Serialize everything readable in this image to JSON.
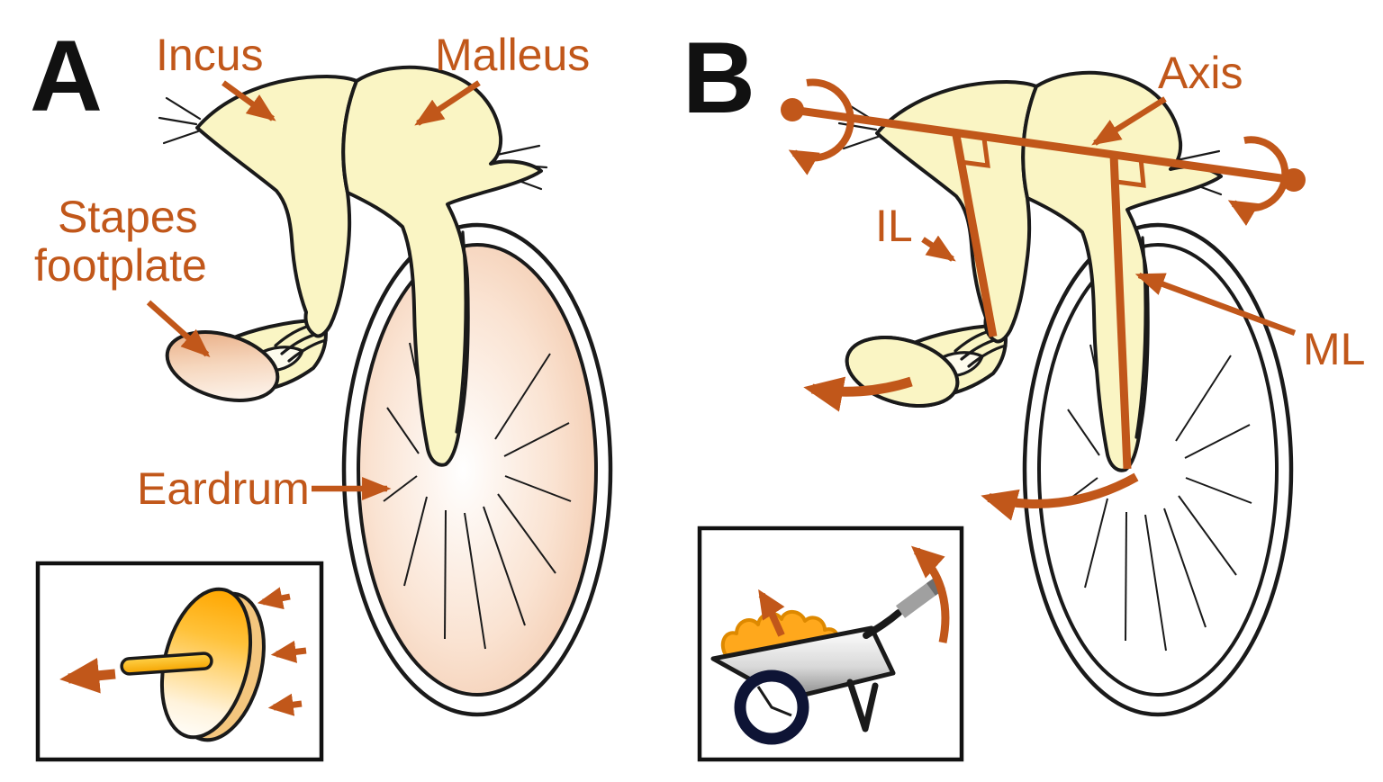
{
  "figure": {
    "panel_a": {
      "letter": "A",
      "labels": {
        "incus": "Incus",
        "malleus": "Malleus",
        "stapes_line1": "Stapes",
        "stapes_line2": "footplate",
        "eardrum": "Eardrum"
      }
    },
    "panel_b": {
      "letter": "B",
      "labels": {
        "axis": "Axis",
        "incus_lever": "IL",
        "malleus_lever": "ML"
      }
    },
    "colors": {
      "accent_orange": "#C1571A",
      "bone_fill": "#FAF5C4",
      "outline_black": "#1A1A1A",
      "eardrum_shade": "#ECB28B",
      "footplate_shade": "#E6A275",
      "pin_gold": "#FFAE00",
      "dirt_orange": "#FFA81C",
      "tray_gray": "#8F8F8F",
      "wheel_dark": "#10163A"
    }
  }
}
